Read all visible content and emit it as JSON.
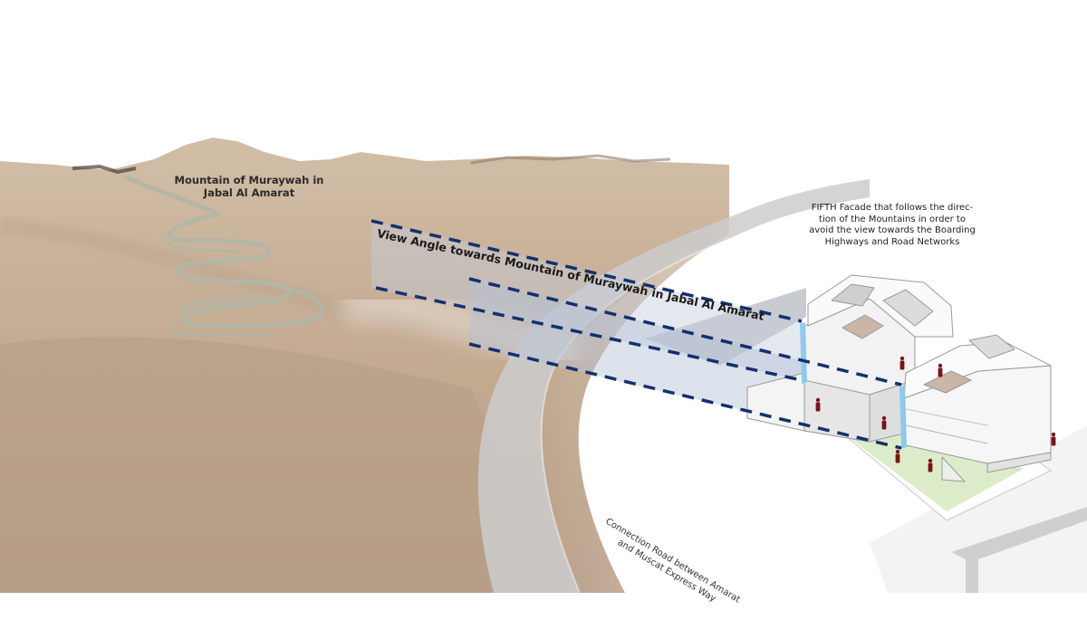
{
  "labels": {
    "mountain_line1": "Mountain of Muraywah in",
    "mountain_line2": "Jabal Al Amarat",
    "view_angle": "View Angle towards Mountain of Muraywah in Jabal Al Amarat",
    "facade_line1": "FIFTH Facade that follows the direc-",
    "facade_line2": "tion of the Mountains in order to",
    "facade_line3": "avoid the view towards the Boarding",
    "facade_line4": "Highways and Road Networks",
    "road_line1": "Connection Road between Amarat",
    "road_line2": "and Muscat Express Way"
  },
  "colors": {
    "terrain": "#c8b29a",
    "terrain_shadow": "#a8917a",
    "serpentine_road": "#b6b8a8",
    "view_lines": "#14306e",
    "view_planes": "#b9c6dc",
    "glass_edge": "#7fc4ea",
    "site_green": "#d9ecc8",
    "road": "#cfcfcf",
    "people": "#7a1414"
  }
}
